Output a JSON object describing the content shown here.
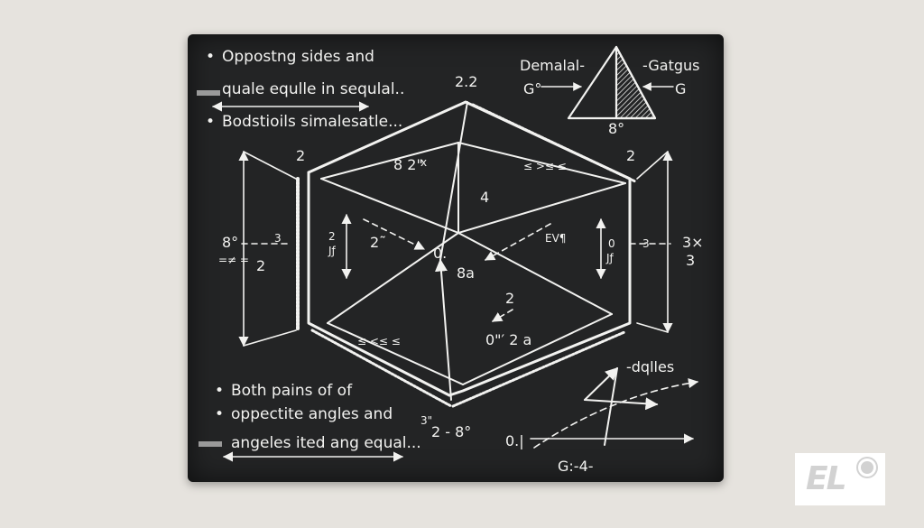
{
  "board": {
    "top_bullets": [
      "Oppostng sides and",
      "quale equlle in sequlal..",
      "Bodstioils simalesatle..."
    ],
    "bottom_bullets": [
      "Both pains of of",
      "oppectite angles and",
      "angeles ited ang equal..."
    ]
  },
  "labels": {
    "top_center": "2.2",
    "left_vertex": "2",
    "right_vertex": "2",
    "upper_face": "8 2\"",
    "upper_face_sub": "x",
    "center_4": "4",
    "center_0": "0.",
    "center_8": "8a",
    "left_inner": "2˜",
    "right_inner": "EV¶",
    "left_dim_a": "8°",
    "left_dim_b": "2",
    "left_dim_c": "=≠ =",
    "left_small": "3",
    "left_tick": "2",
    "left_tick_sub": "Jƒ",
    "right_dim_a": "3×",
    "right_dim_b": "3",
    "right_small": "3",
    "right_tick": "0",
    "right_tick_sub": "Jƒ",
    "upper_ticks": "≤ >≤ ≤",
    "lower_ticks": "≤ <≤ ≤",
    "lower_mid": "2",
    "lower_mid2": "0\"′ 2 a",
    "bottom_vertex": "2 - 8°",
    "bottom_vertex_sub": "3\"",
    "tri_left": "Demalal-",
    "tri_right": "-Gatgus",
    "tri_g_left": "G°",
    "tri_g_right": "G",
    "tri_bottom": "8°",
    "angle_label": "-dqlles",
    "angle_left": "0.|",
    "angle_bottom": "G:-4-"
  },
  "logo": {
    "text": "EL"
  },
  "colors": {
    "board": "#232425",
    "chalk": "#f2f2f0",
    "background": "#e6e3de"
  }
}
